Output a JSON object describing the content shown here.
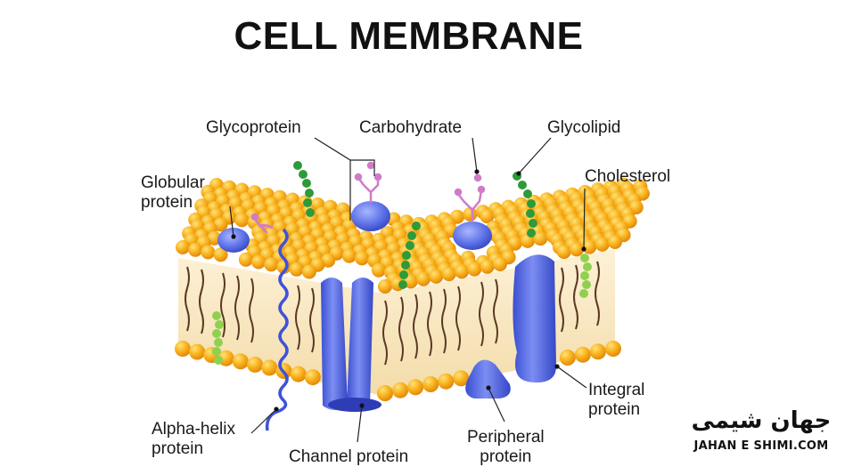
{
  "title": "CELL MEMBRANE",
  "labels": {
    "glycoprotein": "Glycoprotein",
    "carbohydrate": "Carbohydrate",
    "glycolipid": "Glycolipid",
    "cholesterol": "Cholesterol",
    "globular_protein": [
      "Globular",
      "protein"
    ],
    "alpha_helix_protein": [
      "Alpha-helix",
      "protein"
    ],
    "channel_protein": "Channel protein",
    "peripheral_protein": [
      "Peripheral",
      "protein"
    ],
    "integral_protein": [
      "Integral",
      "protein"
    ]
  },
  "watermark": {
    "text_fa": "جهان شیمی",
    "text_en": "JAHAN E SHIMI.COM"
  },
  "colors": {
    "lipid_head": "#f7a81b",
    "lipid_tail": "#5a3a24",
    "protein": "#5a6fe6",
    "carbohydrate_chain": "#cf7cc8",
    "glycolipid_chain": "#2e9a3a",
    "cholesterol": "#8fd14f"
  }
}
